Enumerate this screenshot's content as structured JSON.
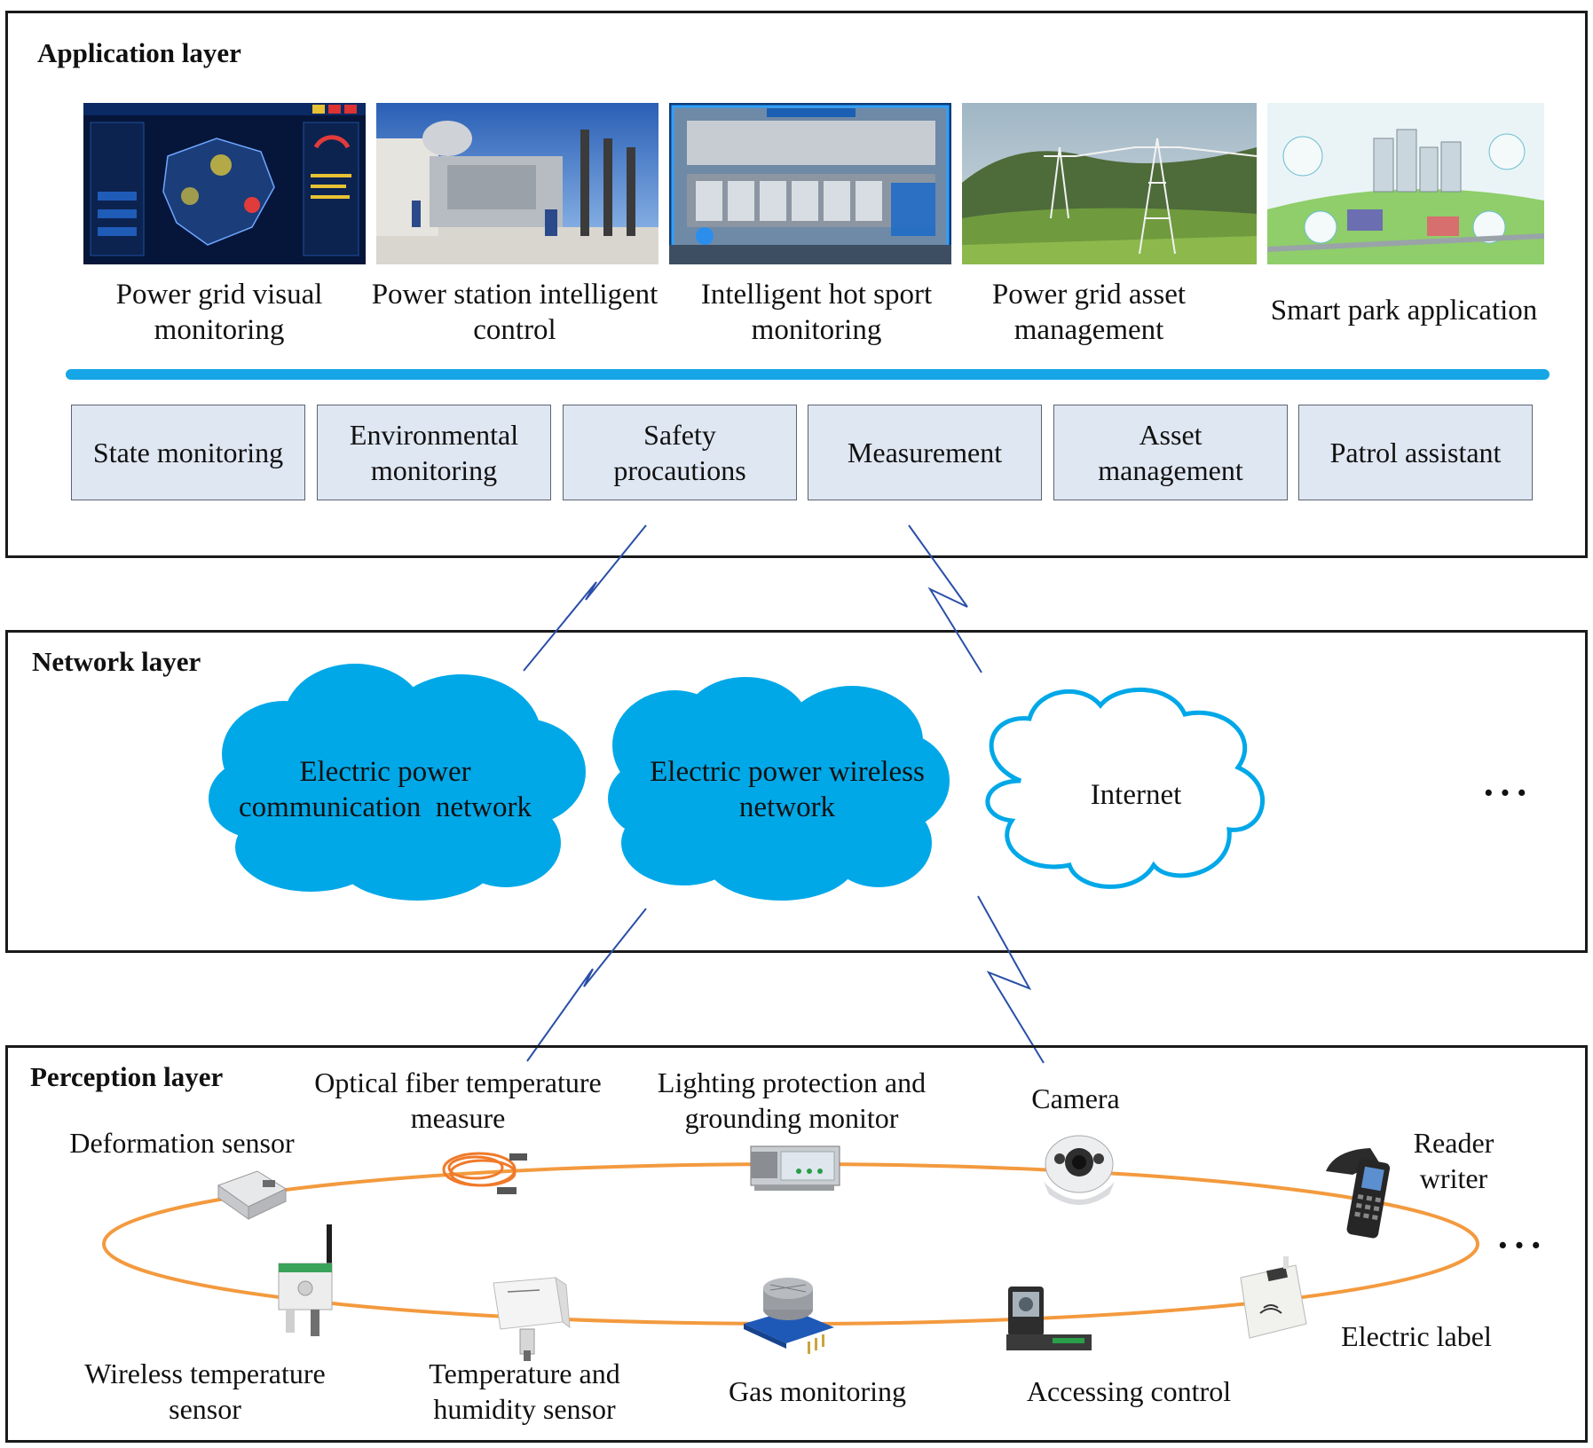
{
  "application_layer": {
    "title": "Application layer",
    "applications": [
      {
        "label": "Power grid visual monitoring",
        "line1": "Power grid visual",
        "line2": "monitoring",
        "icon": "dashboard-map-image"
      },
      {
        "label": "Power station intelligent control",
        "line1": "Power station intelligent",
        "line2": "control",
        "icon": "substation-image"
      },
      {
        "label": "Intelligent hot sport monitoring",
        "line1": "Intelligent hot sport",
        "line2": "monitoring",
        "icon": "control-room-image"
      },
      {
        "label": "Power grid asset management",
        "line1": "Power grid asset",
        "line2": "management",
        "icon": "transmission-tower-image"
      },
      {
        "label": "Smart park application",
        "line1": "Smart park application",
        "line2": "",
        "icon": "smart-park-image"
      }
    ],
    "functions": [
      {
        "line1": "State monitoring",
        "line2": ""
      },
      {
        "line1": "Environmental",
        "line2": "monitoring"
      },
      {
        "line1": "Safety",
        "line2": "procautions"
      },
      {
        "line1": "Measurement",
        "line2": ""
      },
      {
        "line1": "Asset",
        "line2": "management"
      },
      {
        "line1": "Patrol assistant",
        "line2": ""
      }
    ],
    "colors": {
      "bar": "#16a6e6",
      "box_fill": "#dfe7f2"
    }
  },
  "network_layer": {
    "title": "Network layer",
    "networks": [
      {
        "line1": "Electric power",
        "line2": "communication  network",
        "style": "filled"
      },
      {
        "line1": "Electric power wireless",
        "line2": "network",
        "style": "filled"
      },
      {
        "line1": "Internet",
        "line2": "",
        "style": "outline"
      }
    ],
    "more": "···",
    "colors": {
      "cloud": "#00a8e8"
    }
  },
  "perception_layer": {
    "title": "Perception layer",
    "ring_color": "#f39a3e",
    "more": "···",
    "devices": [
      {
        "line1": "Deformation sensor",
        "line2": "",
        "icon": "deformation-sensor-icon"
      },
      {
        "line1": "Optical fiber temperature",
        "line2": "measure",
        "icon": "optical-fiber-icon"
      },
      {
        "line1": "Lighting protection and",
        "line2": "grounding monitor",
        "icon": "grounding-monitor-icon"
      },
      {
        "line1": "Camera",
        "line2": "",
        "icon": "dome-camera-icon"
      },
      {
        "line1": "Reader",
        "line2": "writer",
        "icon": "handheld-reader-icon"
      },
      {
        "line1": "Electric label",
        "line2": "",
        "icon": "rfid-label-icon"
      },
      {
        "line1": "Accessing control",
        "line2": "",
        "icon": "access-control-icon"
      },
      {
        "line1": "Gas monitoring",
        "line2": "",
        "icon": "gas-sensor-icon"
      },
      {
        "line1": "Temperature and",
        "line2": "humidity sensor",
        "icon": "temp-humidity-sensor-icon"
      },
      {
        "line1": "Wireless temperature",
        "line2": "sensor",
        "icon": "wireless-temperature-sensor-icon"
      }
    ]
  }
}
